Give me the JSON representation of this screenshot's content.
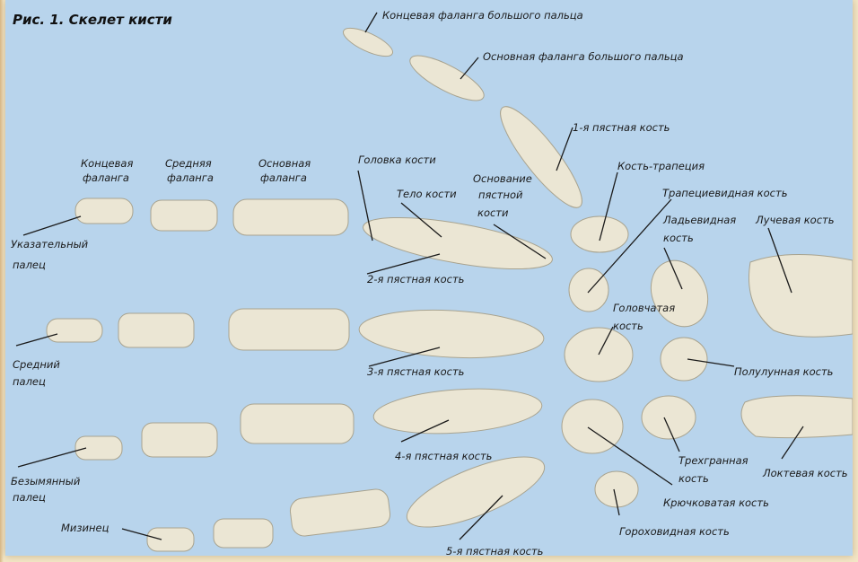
{
  "title": "Рис. 1. Скелет кисти",
  "colors": {
    "background": "#b8d4ec",
    "bone": "#ebe6d4",
    "text": "#1a1a1a"
  },
  "labels": {
    "thumb_distal": "Концевая фаланга большого пальца",
    "thumb_proximal": "Основная фаланга большого пальца",
    "metacarpal_1": "1-я пястная кость",
    "distal_phalanx_1": "Концевая",
    "distal_phalanx_2": "фаланга",
    "middle_phalanx_1": "Средняя",
    "middle_phalanx_2": "фаланга",
    "proximal_phalanx_1": "Основная",
    "proximal_phalanx_2": "фаланга",
    "bone_head": "Головка кости",
    "bone_body": "Тело кости",
    "metacarpal_base_1": "Основание",
    "metacarpal_base_2": "пястной",
    "metacarpal_base_3": "кости",
    "trapezium": "Кость-трапеция",
    "trapezoid": "Трапециевидная кость",
    "scaphoid_1": "Ладьевидная",
    "scaphoid_2": "кость",
    "radius": "Лучевая кость",
    "index_finger_1": "Указательный",
    "index_finger_2": "палец",
    "metacarpal_2": "2-я пястная кость",
    "capitate_1": "Головчатая",
    "capitate_2": "кость",
    "middle_finger_1": "Средний",
    "middle_finger_2": "палец",
    "metacarpal_3": "3-я пястная кость",
    "lunate": "Полулунная кость",
    "ring_finger_1": "Безымянный",
    "ring_finger_2": "палец",
    "metacarpal_4": "4-я пястная кость",
    "triquetrum_1": "Трехгранная",
    "triquetrum_2": "кость",
    "ulna": "Локтевая кость",
    "hamate": "Крючковатая кость",
    "little_finger": "Мизинец",
    "metacarpal_5": "5-я пястная кость",
    "pisiform": "Гороховидная кость"
  }
}
